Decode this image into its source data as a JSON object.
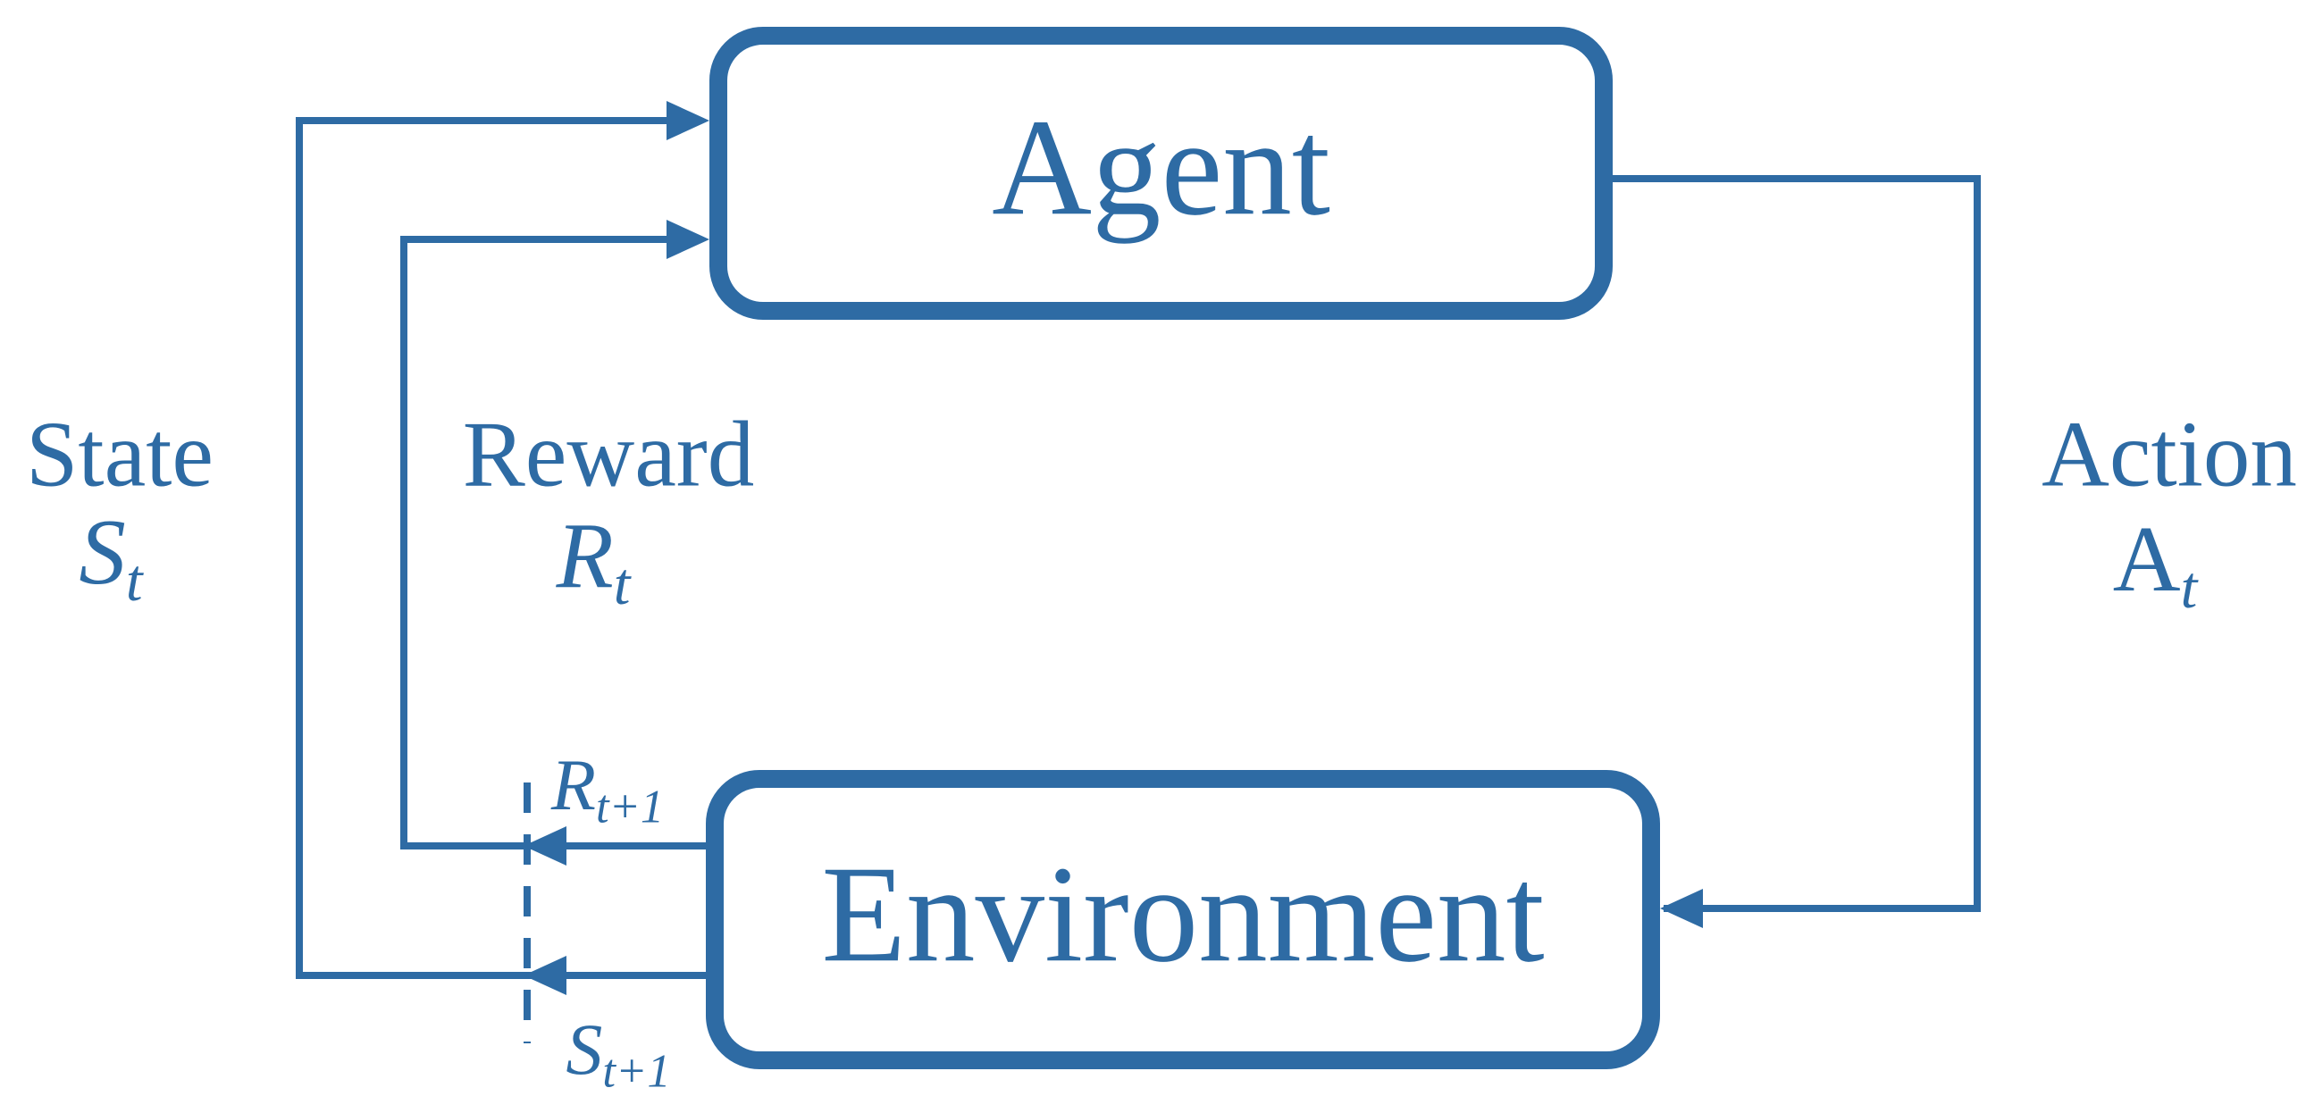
{
  "colors": {
    "stroke": "#2E6BA4",
    "background": "#FFFFFF"
  },
  "nodes": {
    "agent": "Agent",
    "environment": "Environment"
  },
  "labels": {
    "state": {
      "word": "State",
      "base": "S",
      "sub": "t"
    },
    "reward": {
      "word": "Reward",
      "base": "R",
      "sub": "t"
    },
    "action": {
      "word": "Action",
      "base": "A",
      "sub": "t"
    },
    "reward_next": {
      "base": "R",
      "sub": "t+1"
    },
    "state_next": {
      "base": "S",
      "sub": "t+1"
    }
  }
}
